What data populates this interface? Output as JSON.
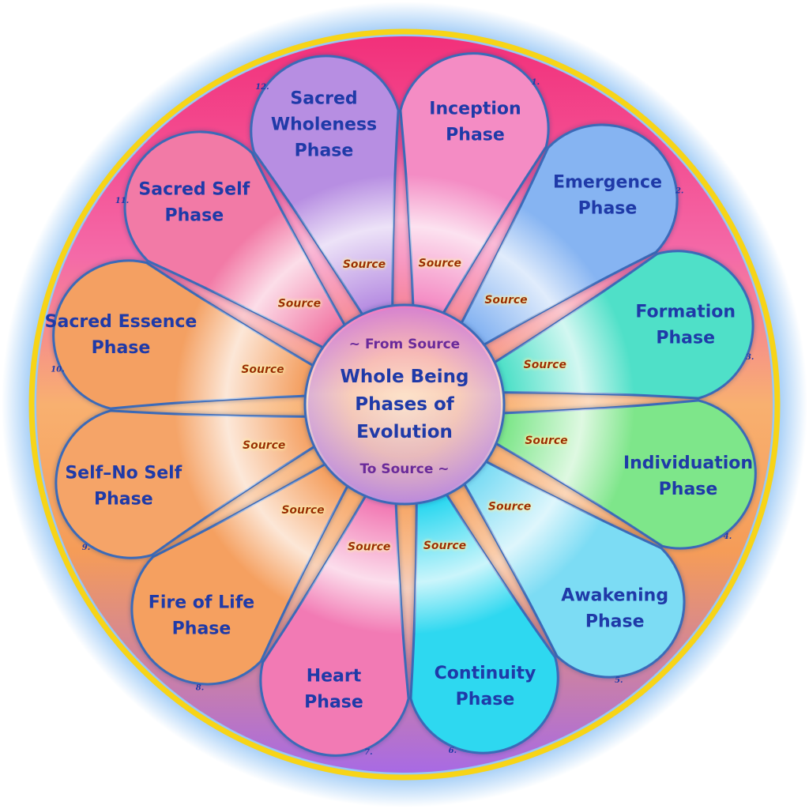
{
  "center": {
    "top_text": "~ From Source",
    "title_lines": [
      "Whole Being",
      "Phases of",
      "Evolution"
    ],
    "bottom_text": "To Source ~"
  },
  "source_label": "Source",
  "phases": [
    {
      "number": "1.",
      "lines": [
        "Inception",
        "Phase"
      ],
      "color": "#f48cc4"
    },
    {
      "number": "2.",
      "lines": [
        "Emergence",
        "Phase"
      ],
      "color": "#86b4f2"
    },
    {
      "number": "3.",
      "lines": [
        "Formation",
        "Phase"
      ],
      "color": "#4fe0c8"
    },
    {
      "number": "4.",
      "lines": [
        "Individuation",
        "Phase"
      ],
      "color": "#7ee68a"
    },
    {
      "number": "5.",
      "lines": [
        "Awakening",
        "Phase"
      ],
      "color": "#7cdcf4"
    },
    {
      "number": "6.",
      "lines": [
        "Continuity",
        "Phase"
      ],
      "color": "#2ed8f0"
    },
    {
      "number": "7.",
      "lines": [
        "Heart",
        "Phase"
      ],
      "color": "#f27ab4"
    },
    {
      "number": "8.",
      "lines": [
        "Fire of Life",
        "Phase"
      ],
      "color": "#f5a060"
    },
    {
      "number": "9.",
      "lines": [
        "Self–No Self",
        "Phase"
      ],
      "color": "#f5a468"
    },
    {
      "number": "10.",
      "lines": [
        "Sacred Essence",
        "Phase"
      ],
      "color": "#f4a062"
    },
    {
      "number": "11.",
      "lines": [
        "Sacred Self",
        "Phase"
      ],
      "color": "#f27aa6"
    },
    {
      "number": "12.",
      "lines": [
        "Sacred",
        "Wholeness",
        "Phase"
      ],
      "color": "#b78ee2"
    }
  ],
  "colors": {
    "outer_ring": "#f7d417",
    "outer_glow": "#5aa6f0",
    "background_top": "#f2407e",
    "background_mid": "#f59c58",
    "background_bottom": "#b06ae0",
    "petal_stroke": "#3a6ab8",
    "center_fill_top": "#ee78c2",
    "center_fill_bottom": "#b58cdc",
    "text": "#1f3aa8"
  }
}
